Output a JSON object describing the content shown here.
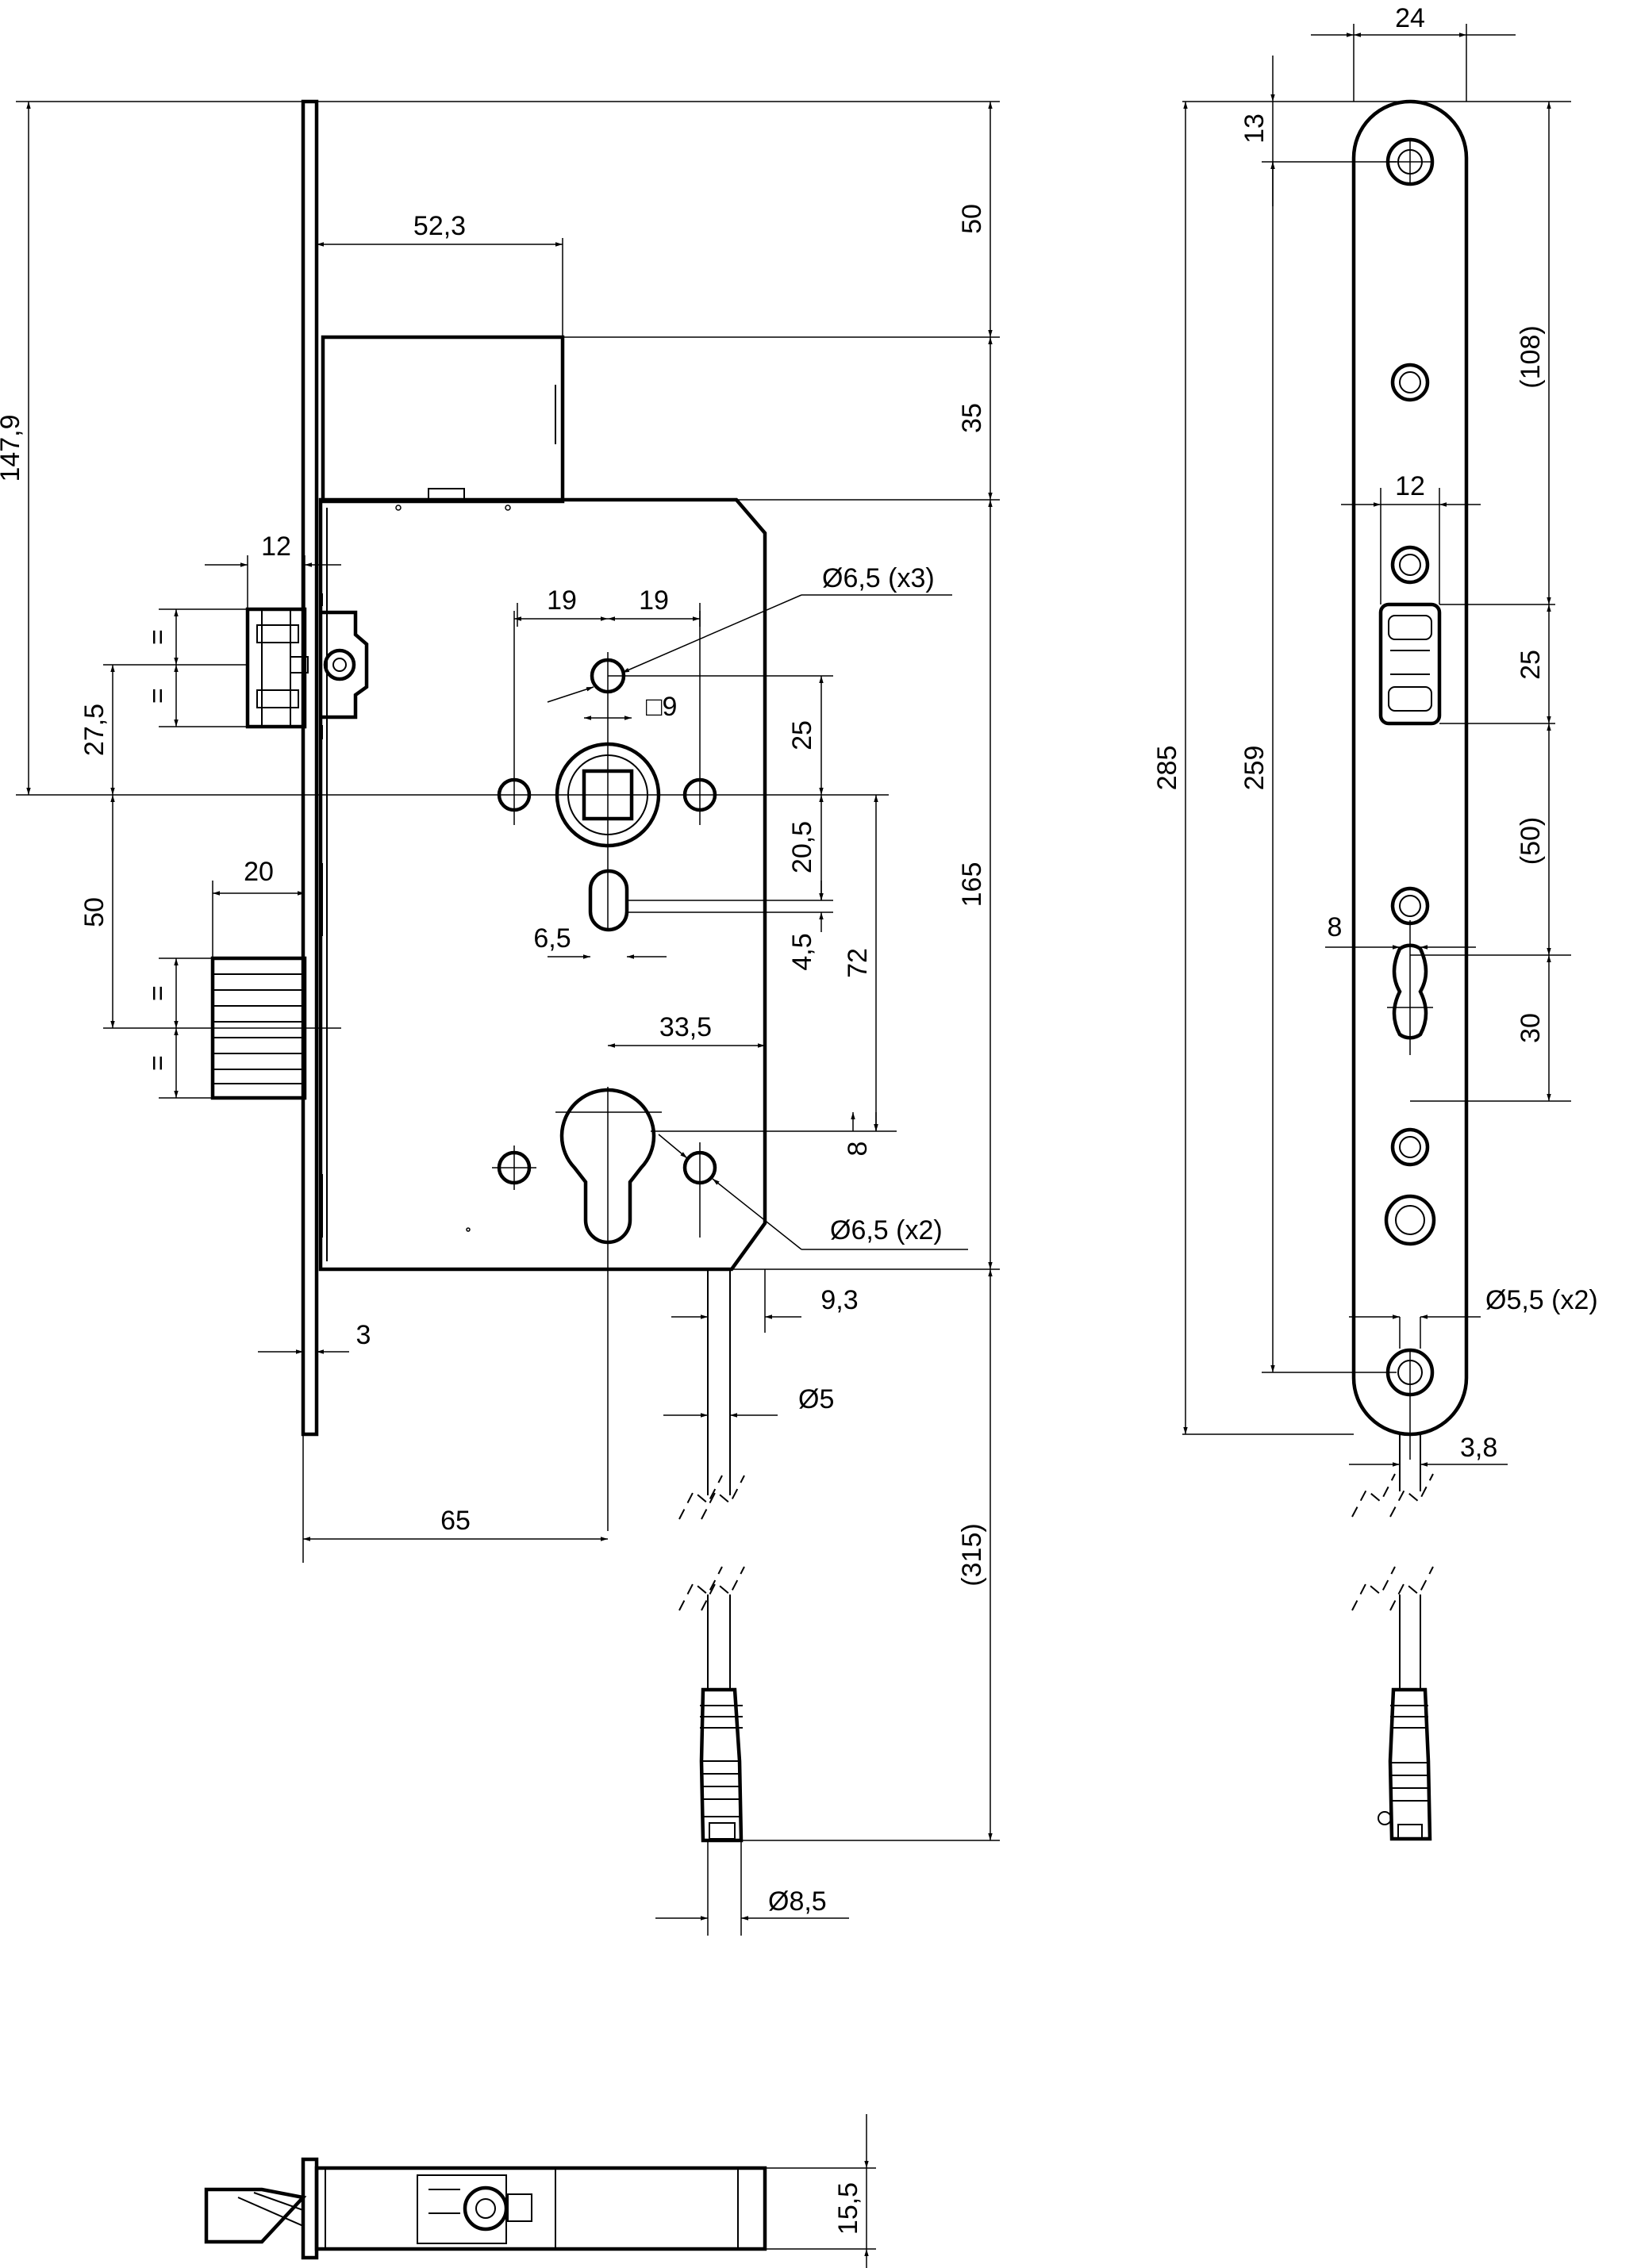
{
  "front": {
    "d_52_3": "52,3",
    "d_50_top": "50",
    "d_35": "35",
    "d_147_9": "147,9",
    "d_12": "12",
    "eq": "=",
    "d_27_5": "27,5",
    "d_19a": "19",
    "d_19b": "19",
    "d_holes_top": "Ø6,5 (x3)",
    "d_sq9": "□9",
    "d_25": "25",
    "d_20_5": "20,5",
    "d_4_5": "4,5",
    "d_6_5": "6,5",
    "d_72": "72",
    "d_50_left": "50",
    "d_20": "20",
    "d_165": "165",
    "d_33_5": "33,5",
    "d_8": "8",
    "d_holes_bottom": "Ø6,5 (x2)",
    "d_9_3": "9,3",
    "d_3": "3",
    "d_cable": "Ø5",
    "d_65": "65",
    "d_315": "(315)",
    "d_plug": "Ø8,5"
  },
  "side": {
    "d_24": "24",
    "d_13": "13",
    "d_108": "(108)",
    "d_285": "285",
    "d_259": "259",
    "d_12": "12",
    "d_25": "25",
    "d_50": "(50)",
    "d_8": "8",
    "d_30": "30",
    "d_holes": "Ø5,5 (x2)",
    "d_3_8": "3,8"
  },
  "bottom": {
    "d_15_5": "15,5"
  }
}
